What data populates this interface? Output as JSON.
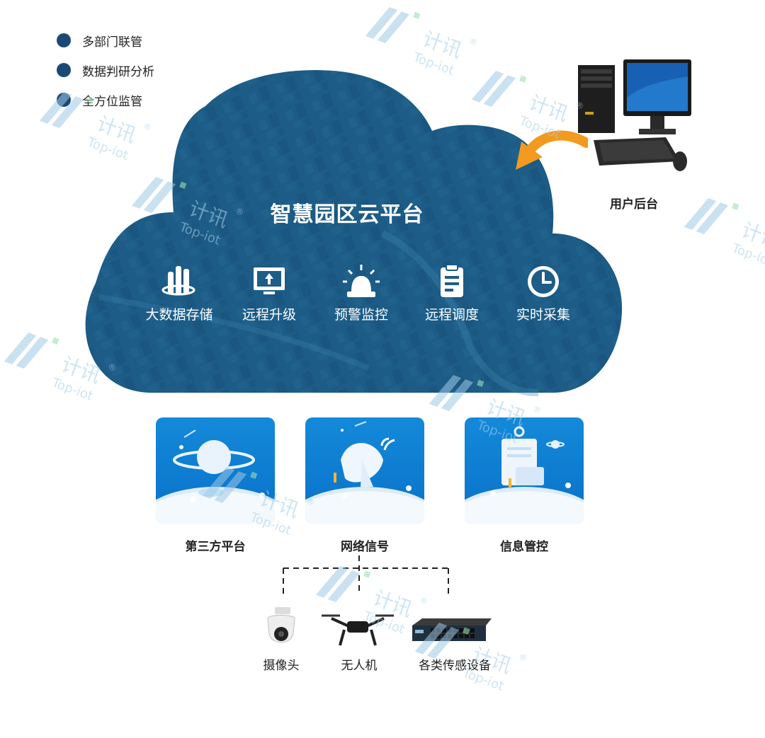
{
  "bullets": [
    {
      "label": "多部门联管"
    },
    {
      "label": "数据判研分析"
    },
    {
      "label": "全方位监管"
    }
  ],
  "cloud": {
    "title": "智慧园区云平台",
    "features": [
      {
        "label": "大数据存储",
        "icon": "database-icon"
      },
      {
        "label": "远程升级",
        "icon": "upload-monitor-icon"
      },
      {
        "label": "预警监控",
        "icon": "alarm-light-icon"
      },
      {
        "label": "远程调度",
        "icon": "clipboard-icon"
      },
      {
        "label": "实时采集",
        "icon": "clock-icon"
      }
    ]
  },
  "user_backend": {
    "label": "用户后台",
    "icon": "desktop-computer-icon"
  },
  "cards": [
    {
      "label": "第三方平台",
      "icon": "planet-illustration"
    },
    {
      "label": "网络信号",
      "icon": "satellite-dish-illustration"
    },
    {
      "label": "信息管控",
      "icon": "document-illustration"
    }
  ],
  "devices": [
    {
      "label": "摄像头",
      "icon": "dome-camera-icon"
    },
    {
      "label": "无人机",
      "icon": "drone-icon"
    },
    {
      "label": "各类传感设备",
      "icon": "network-switch-icon"
    }
  ],
  "watermark": {
    "brand": "计讯",
    "sub": "Top-iot",
    "mark": "®"
  },
  "colors": {
    "cloud": "#1d5d87",
    "card": "#0f82d4",
    "bullet": "#1a4a73",
    "arrow": "#f29a1f"
  }
}
